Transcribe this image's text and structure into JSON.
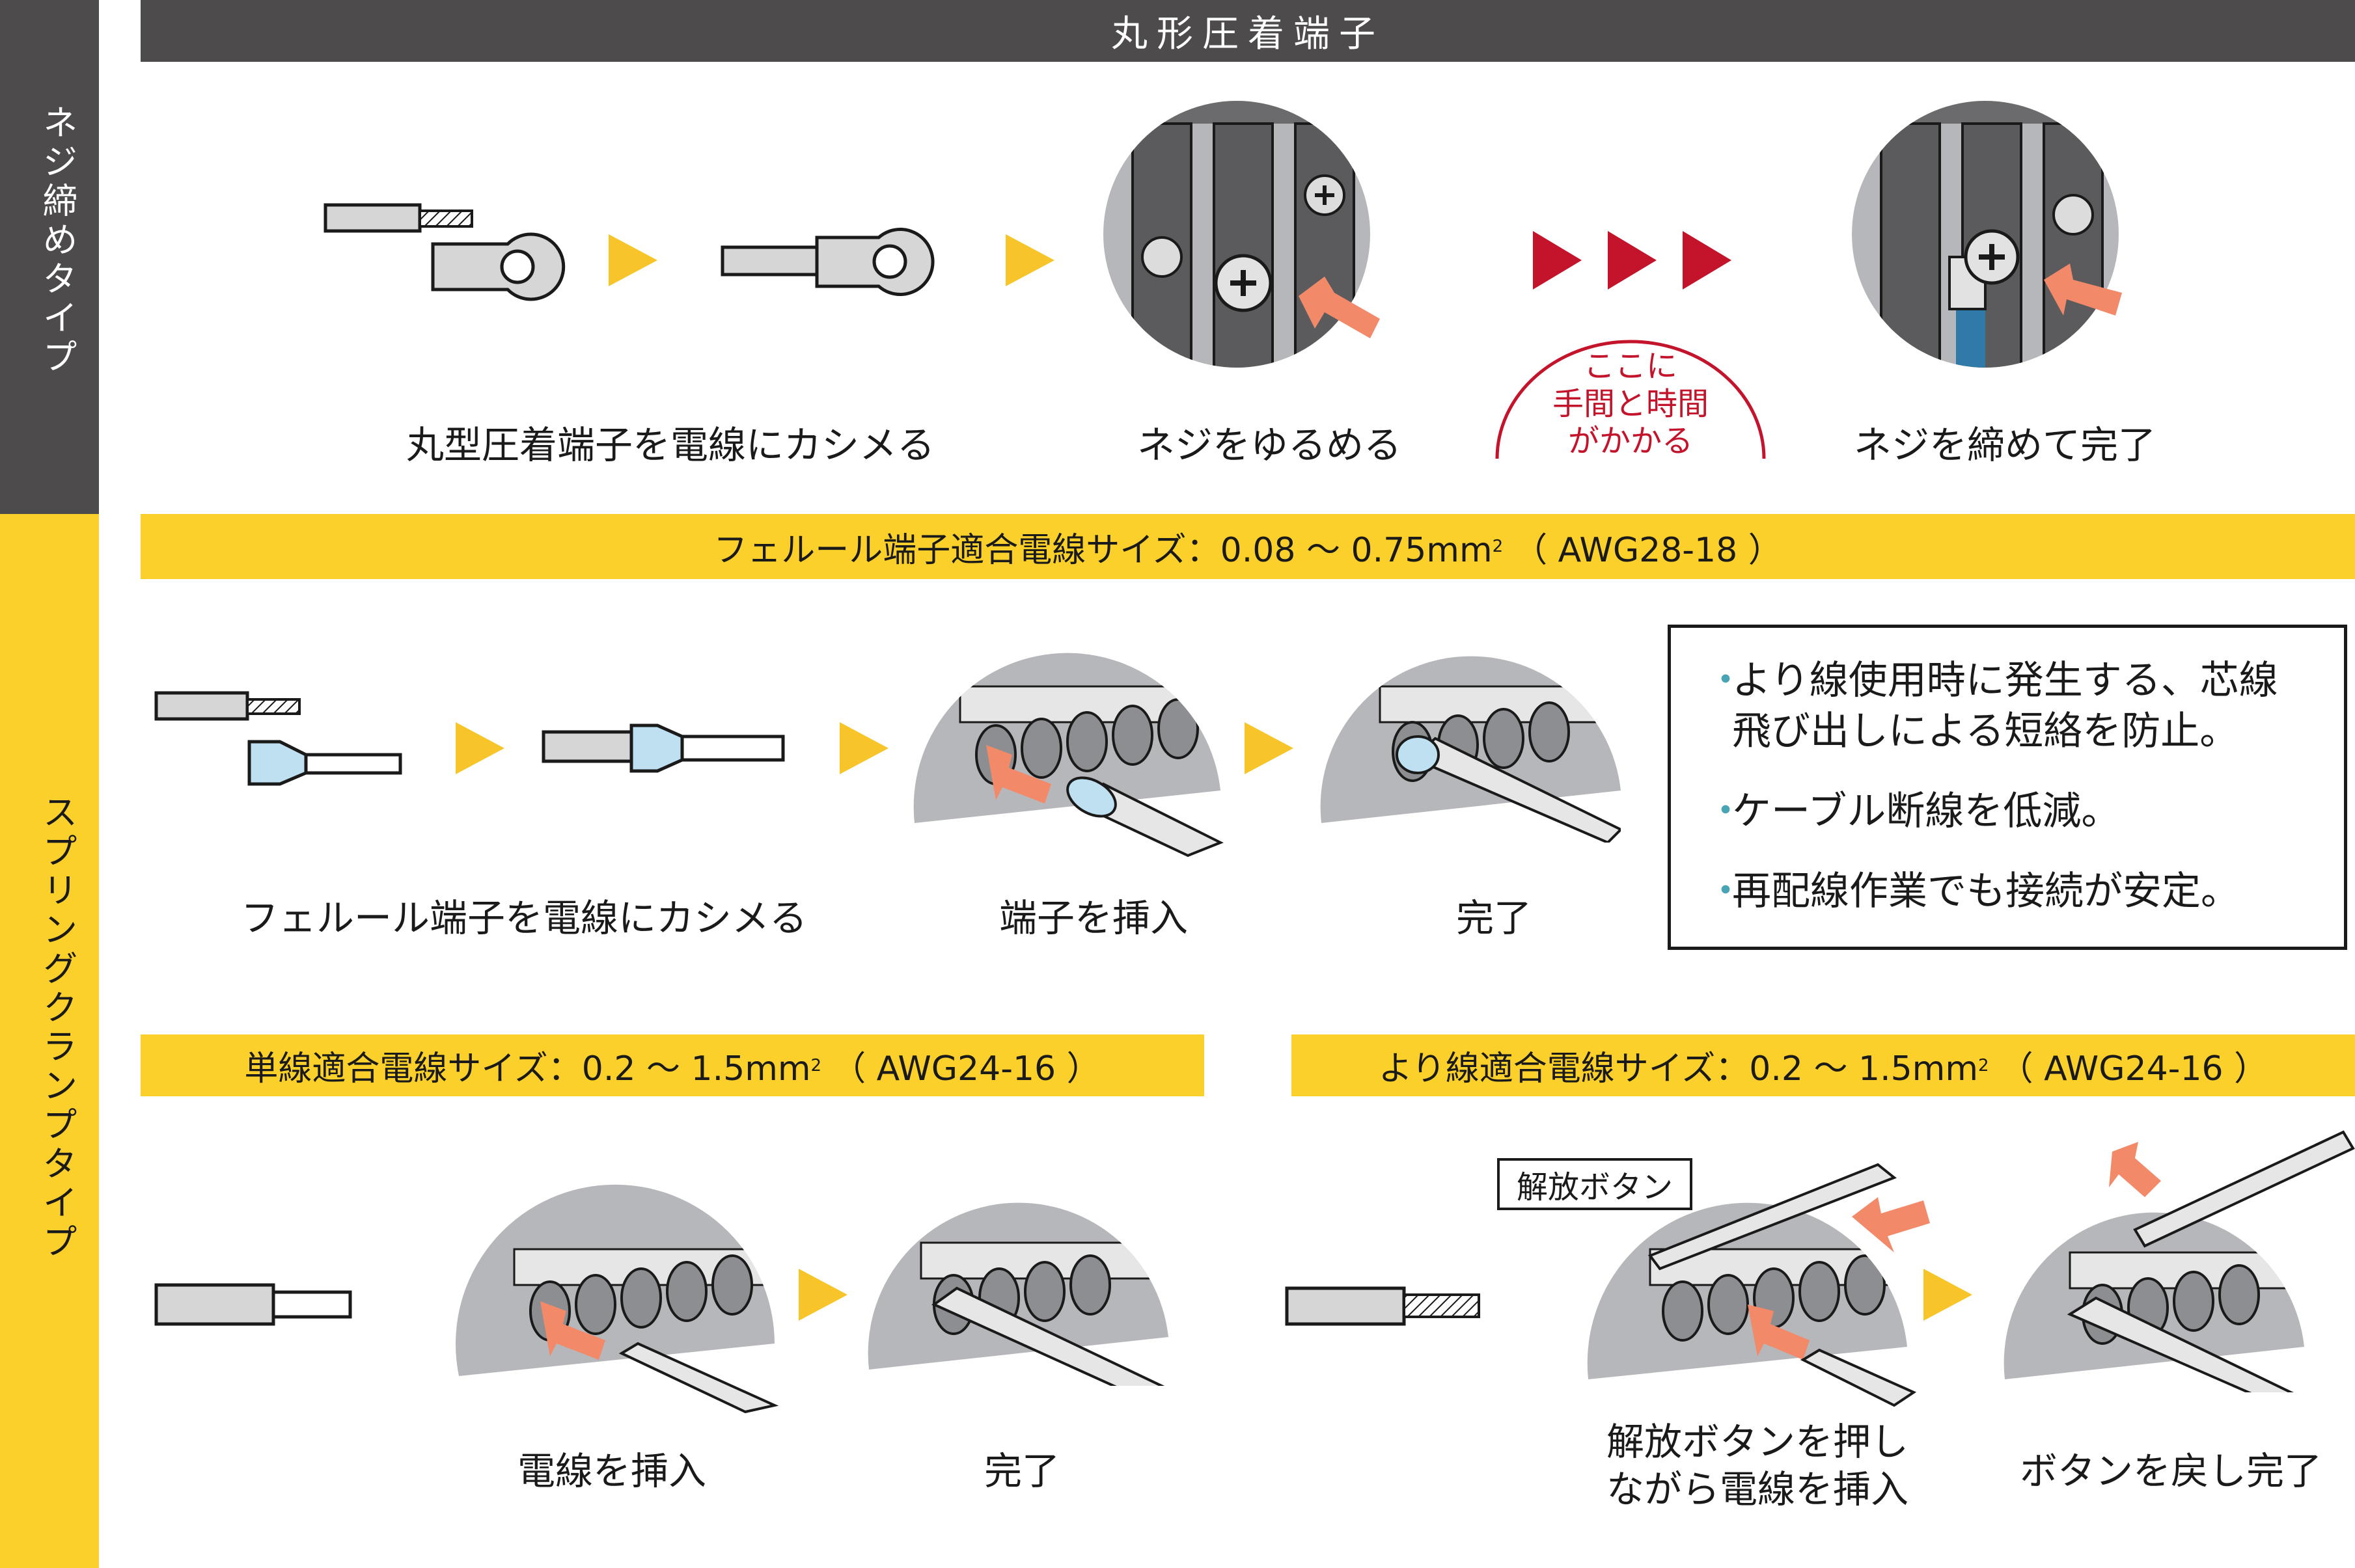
{
  "sidebar": {
    "screw_type": "ネジ締めタイプ",
    "spring_type": "スプリングクランプタイプ"
  },
  "screw_section": {
    "header": "丸形圧着端子",
    "step1": "丸型圧着端子を電線にカシメる",
    "step2": "ネジをゆるめる",
    "step3": "ネジを締めて完了",
    "callout_line1": "ここに",
    "callout_line2": "手間と時間",
    "callout_line3": "がかかる"
  },
  "ferrule_section": {
    "header_pre": "フェルール端子適合電線サイズ：0.08 〜 0.75mm",
    "header_sup": "2",
    "header_post": "（ AWG28-18 ）",
    "step1": "フェルール端子を電線にカシメる",
    "step2": "端子を挿入",
    "step3": "完了",
    "benefits": [
      "より線使用時に発生する、芯線",
      "飛び出しによる短絡を防止。",
      "ケーブル断線を低減。",
      "再配線作業でも接続が安定。"
    ]
  },
  "solid_section": {
    "header_pre": "単線適合電線サイズ：0.2 〜 1.5mm",
    "header_sup": "2",
    "header_post": "（ AWG24-16 ）",
    "step1": "電線を挿入",
    "step2": "完了"
  },
  "stranded_section": {
    "header_pre": "より線適合電線サイズ：0.2 〜 1.5mm",
    "header_sup": "2",
    "header_post": "（ AWG24-16 ）",
    "button_label": "解放ボタン",
    "step1_line1": "解放ボタンを押し",
    "step1_line2": "ながら電線を挿入",
    "step2": "ボタンを戻し完了"
  },
  "colors": {
    "dark_gray": "#4d4b4c",
    "yellow": "#fbd02b",
    "arrow_yellow": "#f7c52a",
    "arrow_red": "#c4142c",
    "ferrule_blue": "#bfe0f0",
    "insert_arrow": "#f28a6a",
    "terminal_gray": "#5b5a5c"
  }
}
